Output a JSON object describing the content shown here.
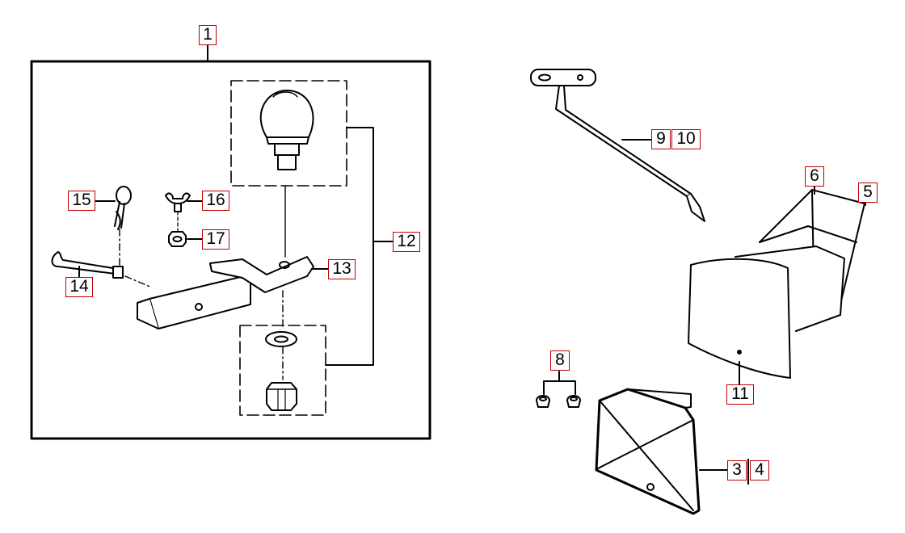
{
  "diagram": {
    "callouts": {
      "c1": "1",
      "c3": "3",
      "c4": "4",
      "c5": "5",
      "c6": "6",
      "c8": "8",
      "c9": "9",
      "c10": "10",
      "c11": "11",
      "c12": "12",
      "c13": "13",
      "c14": "14",
      "c15": "15",
      "c16": "16",
      "c17": "17"
    }
  },
  "colors": {
    "line": "#000000",
    "callout_border": "#c00000",
    "background": "#ffffff"
  }
}
